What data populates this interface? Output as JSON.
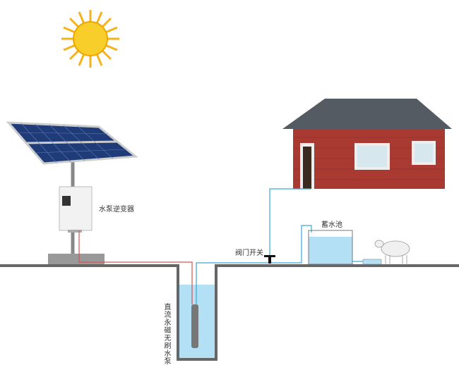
{
  "labels": {
    "inverter": "水泵逆变器",
    "valve": "阀门开关",
    "tank": "蓄水池",
    "pump": "直流永磁无刷水泵"
  },
  "colors": {
    "ground": "#666666",
    "water": "#b3e0f5",
    "pipe": "#3aa9d6",
    "wire": "#d9534f",
    "brick": "#a83a32",
    "roof": "#555b63",
    "sun": "#f6c21b"
  }
}
